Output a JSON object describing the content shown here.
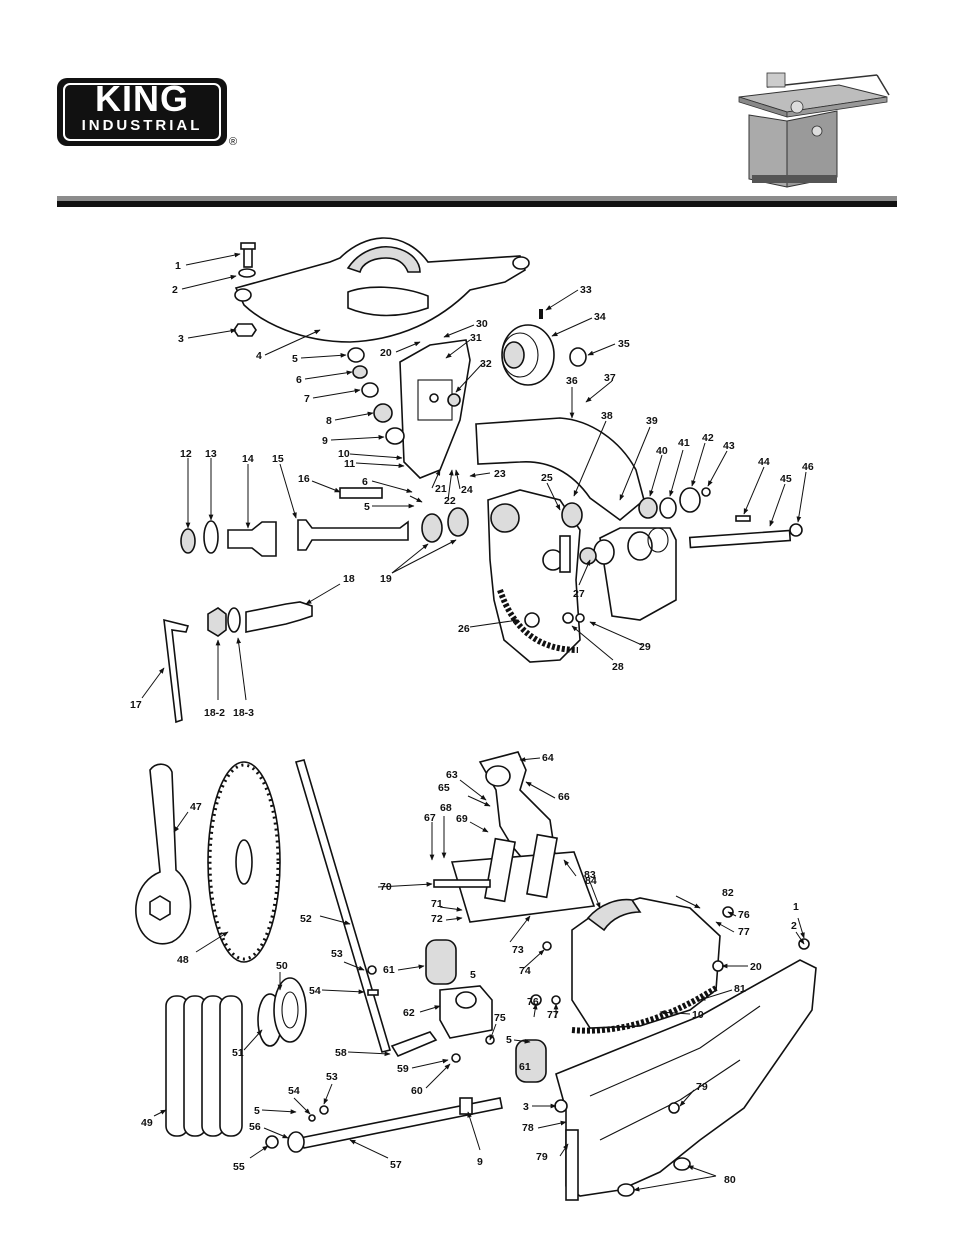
{
  "brand": {
    "name": "KING",
    "subtitle": "INDUSTRIAL",
    "registered": "®"
  },
  "labels": {
    "upper": [
      {
        "id": "1",
        "text": "1"
      },
      {
        "id": "2",
        "text": "2"
      },
      {
        "id": "3",
        "text": "3"
      },
      {
        "id": "4",
        "text": "4"
      },
      {
        "id": "5a",
        "text": "5"
      },
      {
        "id": "6a",
        "text": "6"
      },
      {
        "id": "7",
        "text": "7"
      },
      {
        "id": "8",
        "text": "8"
      },
      {
        "id": "9",
        "text": "9"
      },
      {
        "id": "10",
        "text": "10"
      },
      {
        "id": "11",
        "text": "11"
      },
      {
        "id": "12",
        "text": "12"
      },
      {
        "id": "13",
        "text": "13"
      },
      {
        "id": "14",
        "text": "14"
      },
      {
        "id": "15",
        "text": "15"
      },
      {
        "id": "16",
        "text": "16"
      },
      {
        "id": "6b",
        "text": "6"
      },
      {
        "id": "5b",
        "text": "5"
      },
      {
        "id": "17",
        "text": "17"
      },
      {
        "id": "18",
        "text": "18"
      },
      {
        "id": "18-2",
        "text": "18-2"
      },
      {
        "id": "18-3",
        "text": "18-3"
      },
      {
        "id": "19",
        "text": "19"
      },
      {
        "id": "20",
        "text": "20"
      },
      {
        "id": "21",
        "text": "21"
      },
      {
        "id": "22",
        "text": "22"
      },
      {
        "id": "23",
        "text": "23"
      },
      {
        "id": "24",
        "text": "24"
      },
      {
        "id": "25",
        "text": "25"
      },
      {
        "id": "26",
        "text": "26"
      },
      {
        "id": "27",
        "text": "27"
      },
      {
        "id": "28",
        "text": "28"
      },
      {
        "id": "29",
        "text": "29"
      },
      {
        "id": "30",
        "text": "30"
      },
      {
        "id": "31",
        "text": "31"
      },
      {
        "id": "32",
        "text": "32"
      },
      {
        "id": "33",
        "text": "33"
      },
      {
        "id": "34",
        "text": "34"
      },
      {
        "id": "35",
        "text": "35"
      },
      {
        "id": "36",
        "text": "36"
      },
      {
        "id": "37",
        "text": "37"
      },
      {
        "id": "38",
        "text": "38"
      },
      {
        "id": "39",
        "text": "39"
      },
      {
        "id": "40",
        "text": "40"
      },
      {
        "id": "41",
        "text": "41"
      },
      {
        "id": "42",
        "text": "42"
      },
      {
        "id": "43",
        "text": "43"
      },
      {
        "id": "44",
        "text": "44"
      },
      {
        "id": "45",
        "text": "45"
      },
      {
        "id": "46",
        "text": "46"
      }
    ],
    "lower": [
      {
        "id": "47",
        "text": "47"
      },
      {
        "id": "48",
        "text": "48"
      },
      {
        "id": "49",
        "text": "49"
      },
      {
        "id": "50",
        "text": "50"
      },
      {
        "id": "51",
        "text": "51"
      },
      {
        "id": "52",
        "text": "52"
      },
      {
        "id": "53a",
        "text": "53"
      },
      {
        "id": "54a",
        "text": "54"
      },
      {
        "id": "5c",
        "text": "5"
      },
      {
        "id": "54b",
        "text": "54"
      },
      {
        "id": "53b",
        "text": "53"
      },
      {
        "id": "55",
        "text": "55"
      },
      {
        "id": "56",
        "text": "56"
      },
      {
        "id": "57",
        "text": "57"
      },
      {
        "id": "58",
        "text": "58"
      },
      {
        "id": "59",
        "text": "59"
      },
      {
        "id": "60",
        "text": "60"
      },
      {
        "id": "61a",
        "text": "61"
      },
      {
        "id": "5d",
        "text": "5"
      },
      {
        "id": "62",
        "text": "62"
      },
      {
        "id": "63",
        "text": "63"
      },
      {
        "id": "64",
        "text": "64"
      },
      {
        "id": "65",
        "text": "65"
      },
      {
        "id": "66",
        "text": "66"
      },
      {
        "id": "67",
        "text": "67"
      },
      {
        "id": "68",
        "text": "68"
      },
      {
        "id": "69",
        "text": "69"
      },
      {
        "id": "70",
        "text": "70"
      },
      {
        "id": "71",
        "text": "71"
      },
      {
        "id": "72",
        "text": "72"
      },
      {
        "id": "73",
        "text": "73"
      },
      {
        "id": "74",
        "text": "74"
      },
      {
        "id": "75",
        "text": "75"
      },
      {
        "id": "76a",
        "text": "76"
      },
      {
        "id": "77a",
        "text": "77"
      },
      {
        "id": "5e",
        "text": "5"
      },
      {
        "id": "61b",
        "text": "61"
      },
      {
        "id": "3b",
        "text": "3"
      },
      {
        "id": "78",
        "text": "78"
      },
      {
        "id": "79a",
        "text": "79"
      },
      {
        "id": "9b",
        "text": "9"
      },
      {
        "id": "79b",
        "text": "79"
      },
      {
        "id": "80",
        "text": "80"
      },
      {
        "id": "81",
        "text": "81"
      },
      {
        "id": "82",
        "text": "82"
      },
      {
        "id": "83",
        "text": "83"
      },
      {
        "id": "84",
        "text": "84"
      },
      {
        "id": "76b",
        "text": "76"
      },
      {
        "id": "77b",
        "text": "77"
      },
      {
        "id": "1b",
        "text": "1"
      },
      {
        "id": "2b",
        "text": "2"
      },
      {
        "id": "20b",
        "text": "20"
      },
      {
        "id": "10b",
        "text": "10"
      }
    ]
  }
}
